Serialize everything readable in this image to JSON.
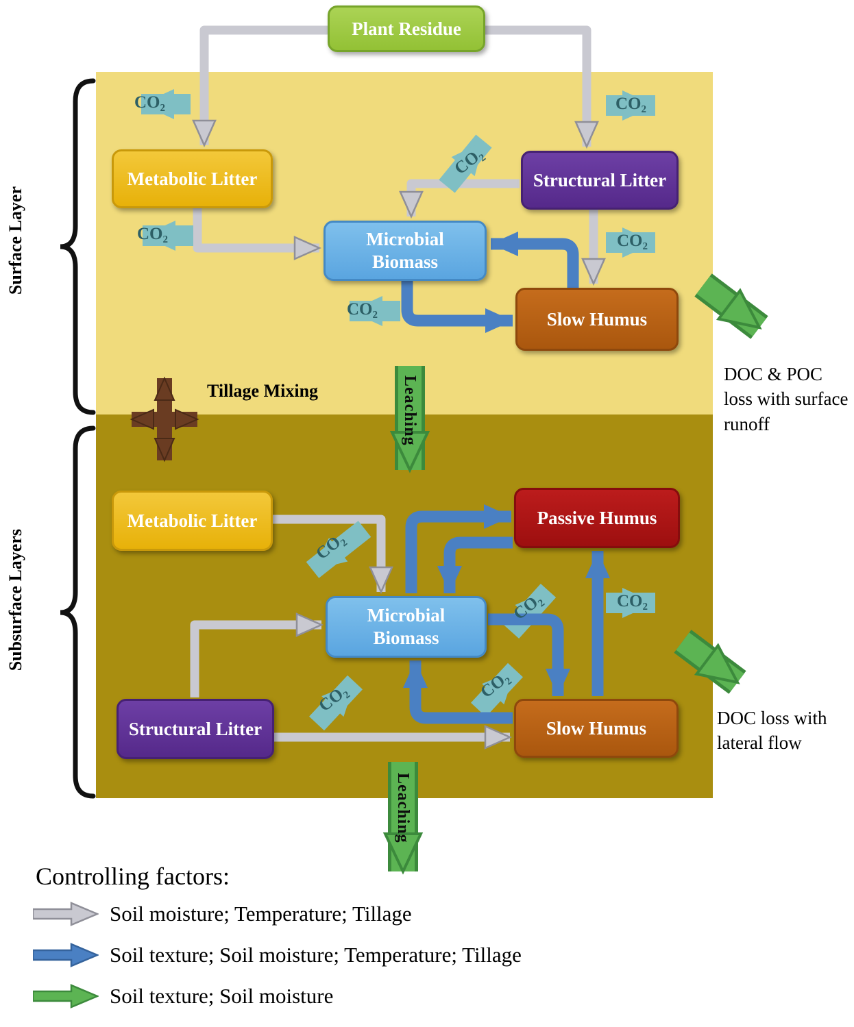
{
  "boxes": {
    "plant_residue": "Plant Residue",
    "surface": {
      "metabolic_litter": "Metabolic Litter",
      "structural_litter": "Structural Litter",
      "microbial_biomass": "Microbial Biomass",
      "slow_humus": "Slow Humus"
    },
    "subsurface": {
      "metabolic_litter": "Metabolic Litter",
      "passive_humus": "Passive Humus",
      "microbial_biomass": "Microbial Biomass",
      "structural_litter": "Structural Litter",
      "slow_humus": "Slow Humus"
    }
  },
  "layer_labels": {
    "surface": "Surface Layer",
    "subsurface": "Subsurface Layers"
  },
  "flow_labels": {
    "co2": "CO₂",
    "tillage_mixing": "Tillage Mixing",
    "leaching_surface": "Leaching",
    "leaching_bottom": "Leaching",
    "doc_poc_runoff": "DOC & POC loss with surface runoff",
    "doc_lateral": "DOC loss with lateral flow"
  },
  "legend": {
    "title": "Controlling factors:",
    "items": [
      {
        "arrow_icon": "gray-arrow",
        "text": "Soil moisture; Temperature; Tillage"
      },
      {
        "arrow_icon": "blue-arrow",
        "text": "Soil texture; Soil moisture; Temperature; Tillage"
      },
      {
        "arrow_icon": "green-arrow",
        "text": "Soil texture; Soil moisture"
      }
    ]
  },
  "colors": {
    "surface_background": "#F0DB7C",
    "subsurface_background": "#A98E10",
    "plant_residue_box": "#9CC83E",
    "metabolic_litter_box": "#EDB90C",
    "structural_litter_box": "#5C2E91",
    "microbial_biomass_box": "#63ADE6",
    "slow_humus_box": "#B55F12",
    "passive_humus_box": "#AB1212",
    "gray_arrow": "#C9C9D1",
    "blue_arrow": "#4A80C3",
    "teal_co2_arrow": "#7FBFC4",
    "green_arrow": "#5CB453",
    "tillage_cross": "#6A3C22"
  }
}
